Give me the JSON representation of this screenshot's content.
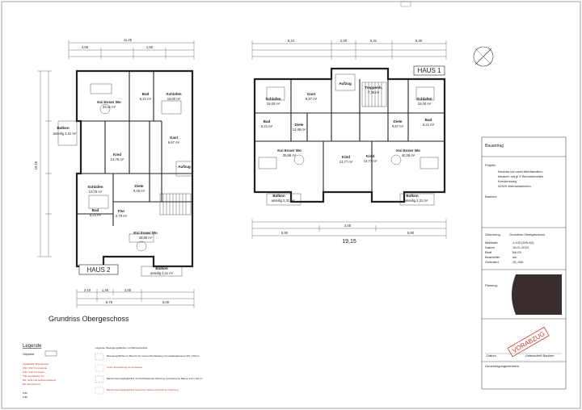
{
  "title": "Grundriss Obergeschoss",
  "haus1": {
    "label": "HAUS 1",
    "rooms": [
      {
        "name": "Schlafen",
        "area": "15,00 m²"
      },
      {
        "name": "Gast",
        "area": "9,87 m²"
      },
      {
        "name": "Aufzug",
        "area": ""
      },
      {
        "name": "Treppenh.",
        "area": "7,36 m²"
      },
      {
        "name": "Schlafen",
        "area": "15,00 m²"
      },
      {
        "name": "Bad",
        "area": "6,21 m²"
      },
      {
        "name": "Diele",
        "area": "12,48 m²"
      },
      {
        "name": "Kind",
        "area": "13,77 m²"
      },
      {
        "name": "Diele",
        "area": "9,67 m²"
      },
      {
        "name": "Bad",
        "area": "6,21 m²"
      },
      {
        "name": "Koi Esser Wo",
        "area": "35,86 m²"
      },
      {
        "name": "Kind",
        "area": "13,77 m²"
      },
      {
        "name": "Koi Esser Wo",
        "area": "40,36 m²"
      },
      {
        "name": "Balkon",
        "area": "anteilig 2,31 m²"
      },
      {
        "name": "Balkon",
        "area": "anteilig 2,31 m²"
      }
    ],
    "dims_top": [
      "8,24",
      "2,40",
      "5,31",
      "5,30"
    ],
    "dims_bottom": [
      "5,90",
      "3,55",
      "5,90"
    ],
    "overall": "19,15"
  },
  "haus2": {
    "label": "HAUS 2",
    "rooms": [
      {
        "name": "Koi Esser Wo",
        "area": "33,11 m²"
      },
      {
        "name": "Bad",
        "area": "6,21 m²"
      },
      {
        "name": "Schlafen",
        "area": "15,00 m²"
      },
      {
        "name": "Balkon",
        "area": "anteilig 2,31 m²"
      },
      {
        "name": "Kind",
        "area": "13,76 m²"
      },
      {
        "name": "Gast",
        "area": "9,67 m²"
      },
      {
        "name": "Aufzug",
        "area": ""
      },
      {
        "name": "Schlafen",
        "area": "13,76 m²"
      },
      {
        "name": "Diele",
        "area": "9,26 m²"
      },
      {
        "name": "Bad",
        "area": "6,21 m²"
      },
      {
        "name": "Flur",
        "area": "3,79 m²"
      },
      {
        "name": "Koi Esser Wo",
        "area": "38,80 m²"
      },
      {
        "name": "Balkon",
        "area": "anteilig 2,11 m²"
      }
    ],
    "dims_top": [
      "11,25",
      "4,85",
      "1,50"
    ],
    "dims_bottom": [
      "2,10",
      "1,45",
      "2,85",
      "6,75",
      "5,00"
    ],
    "overall_vertical": "19,15"
  },
  "titleblock": {
    "stage": "Bauantrag",
    "project_label": "Projekt:",
    "project": [
      "Neubau von zwei Mehrfamilien-",
      "häusern mit je 5 Wohneinheiten",
      "Kreckersweg",
      "42929 Wermelskirchen"
    ],
    "client_label": "Bauherr:",
    "drawing_label": "Zeichnung:",
    "drawing": "Grundriss Obergeschoss",
    "meta": [
      {
        "k": "Maßstab",
        "v": "1:100 (DIN A2)"
      },
      {
        "k": "Datum",
        "v": "16.01.2024"
      },
      {
        "k": "Blatt",
        "v": "BA 03"
      },
      {
        "k": "Bearbeiter",
        "v": "mk"
      },
      {
        "k": "Geändert",
        "v": "25_006"
      }
    ],
    "planer_label": "Planung:",
    "stamp": "VORABZUG",
    "sign_left": "Datum",
    "sign_right": "Unterschrift Bauherr",
    "approval": "Genehmigungsvermerk:"
  },
  "legend": {
    "heading": "Legende",
    "gepl": "Geplant",
    "items": [
      "LEGENDE: Brandschutz",
      "F90 / F90 Trennwände",
      "F30 / F30 Sonstiges",
      "T30 rauchdichte Tür",
      "RD: dicht und selbstschließend",
      "BS: Brandschutz"
    ],
    "block": [
      "5,80",
      "6,85"
    ],
    "notes_heading": "Legende: Bewegungsflächen zur Barrierefreiheit",
    "notes": [
      "Bewegungsflächen im Bereich der inneren Erschließung zum Gebäudeinneren 150 x 150 cm",
      "Innere Erschließung des Gebäudes",
      "Barrierefreie Zugänglichkeit und Nutzbarkeit der Wohnung mit bestimmter Räume 120 x 120 cm",
      "Barrierefreie Zugänglichkeit bestimmter Räume innerhalb der Wohnung"
    ]
  }
}
